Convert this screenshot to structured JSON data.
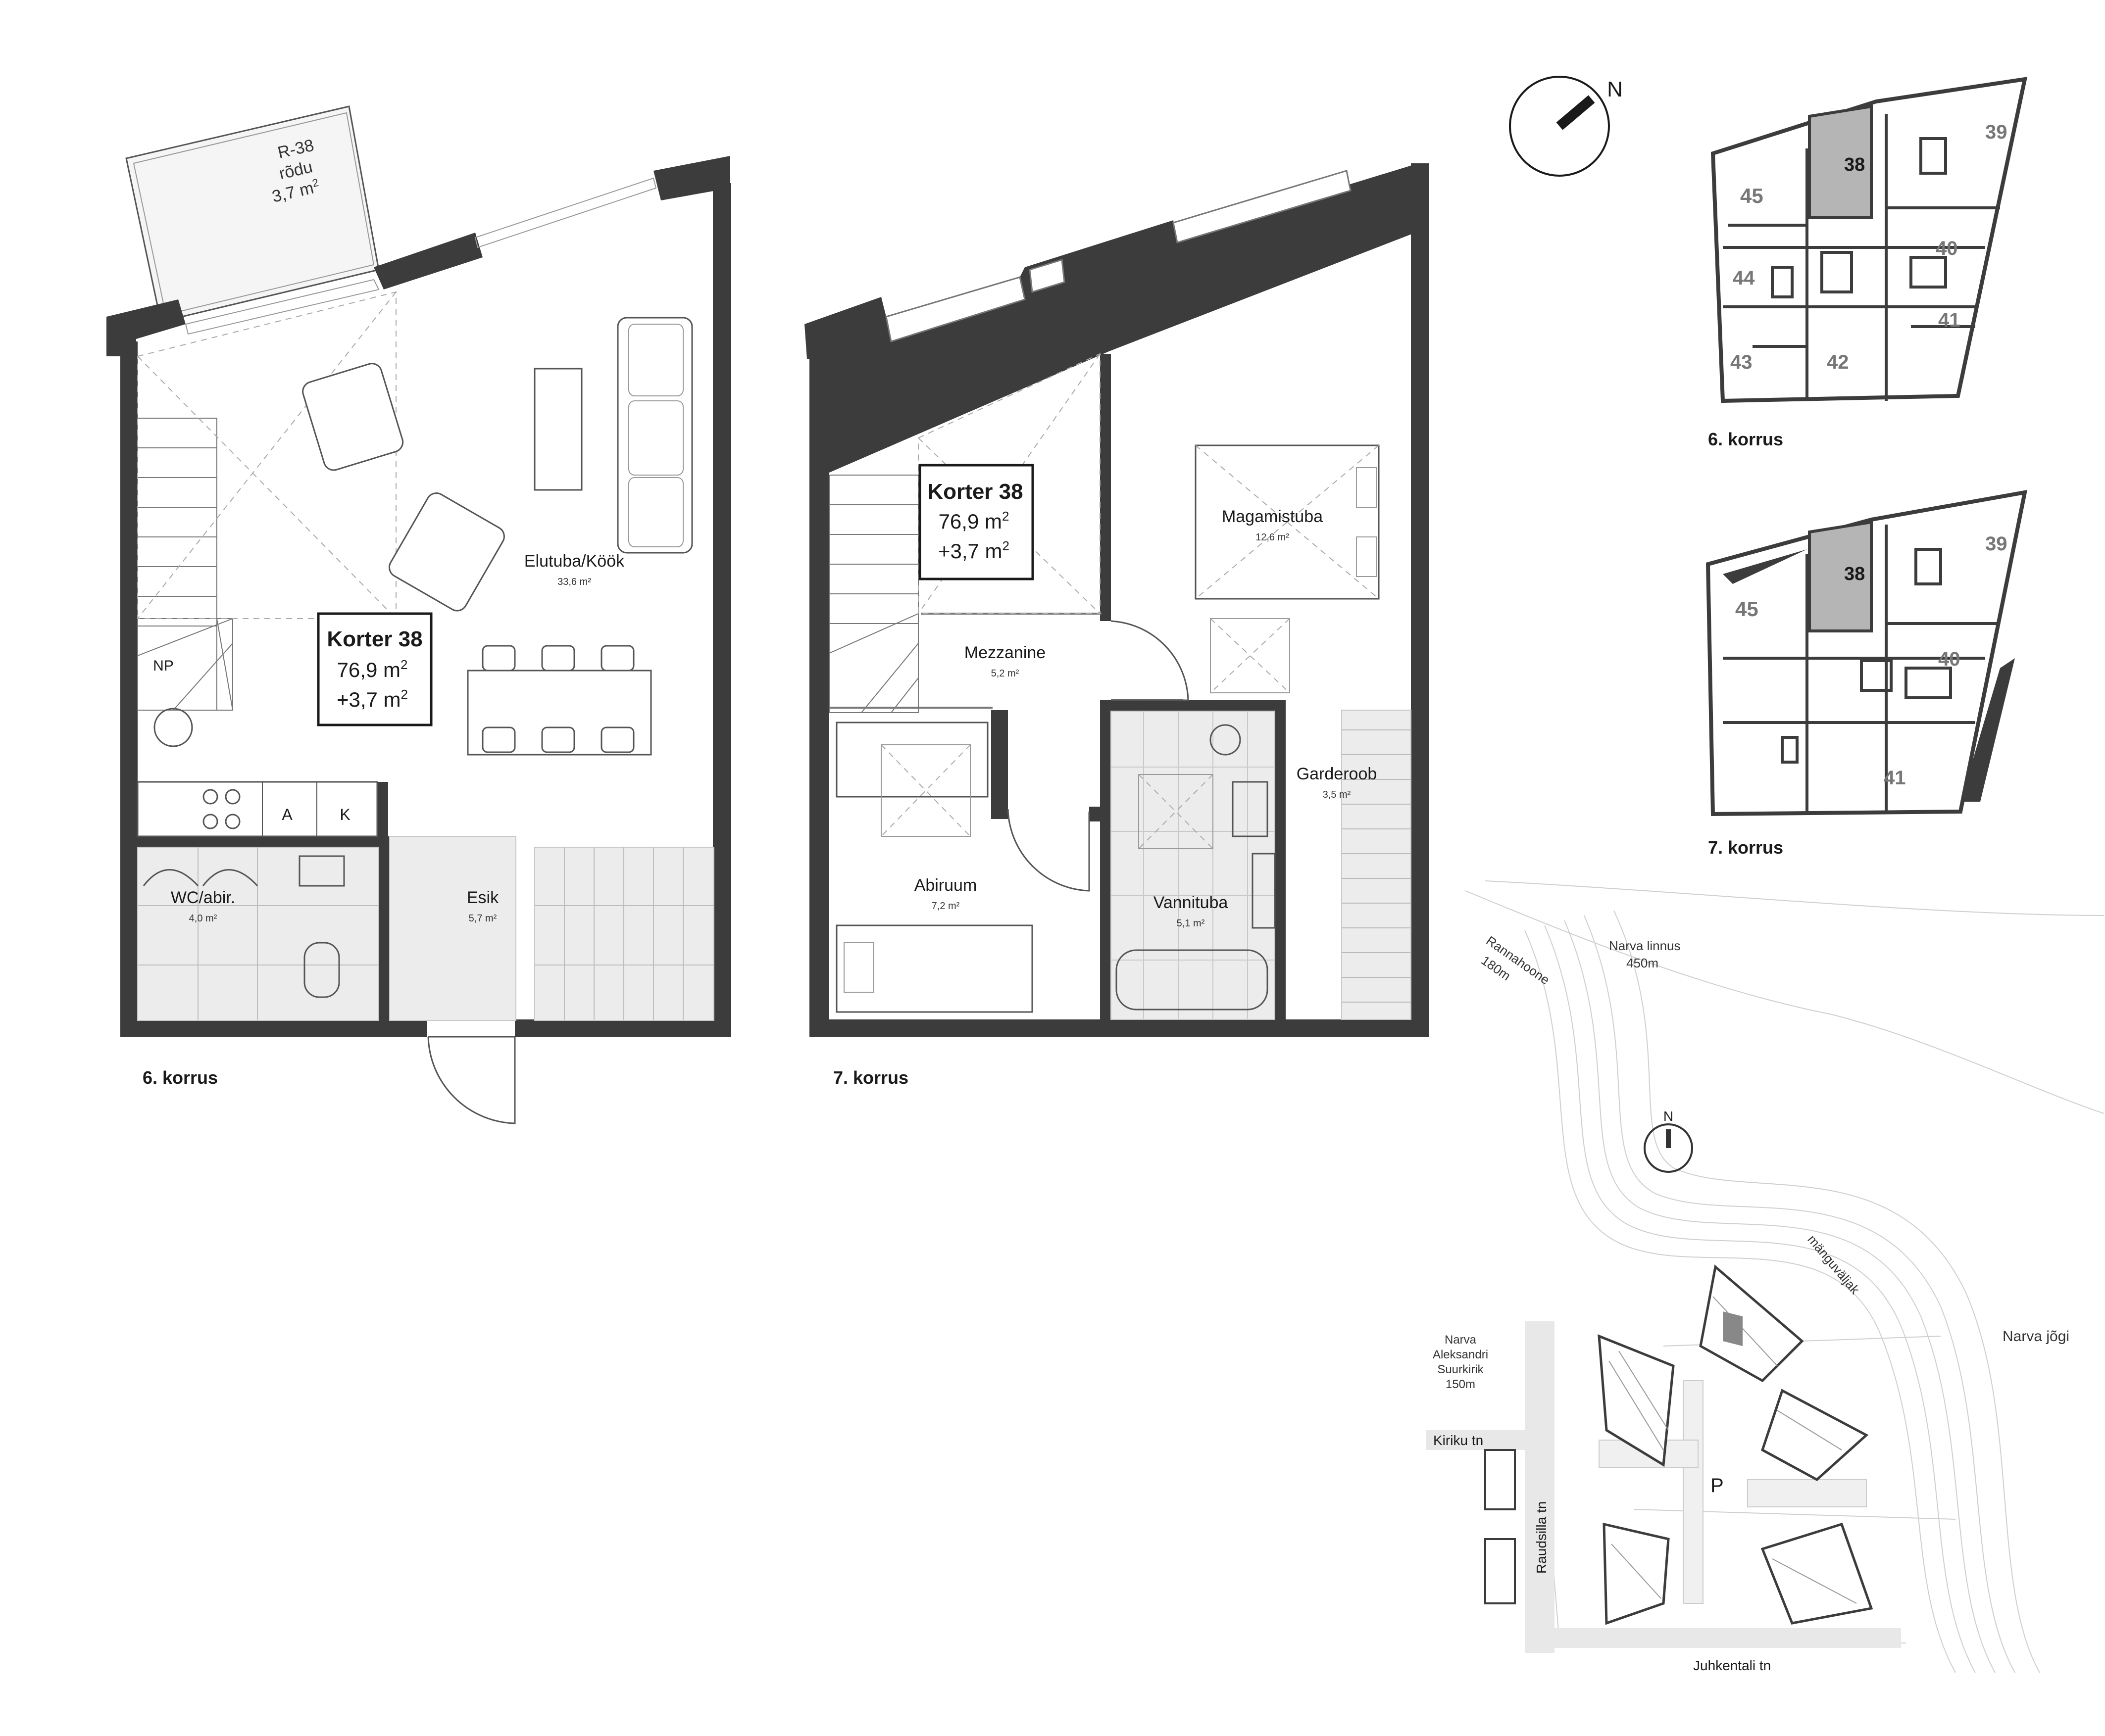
{
  "plan_left": {
    "caption": "6. korrus",
    "apartment": {
      "name": "Korter 38",
      "area": "76,9 m",
      "extra": "+3,7 m",
      "sup": "2"
    },
    "rooms": [
      {
        "name": "Elutuba/Köök",
        "area": "33,6 m²"
      },
      {
        "name": "WC/abir.",
        "area": "4,0 m²"
      },
      {
        "name": "Esik",
        "area": "5,7 m²"
      }
    ],
    "balcony": {
      "code": "R-38",
      "name": "rõdu",
      "area": "3,7 m",
      "sup": "2"
    },
    "marks": [
      "NP",
      "A",
      "K"
    ]
  },
  "plan_right": {
    "caption": "7. korrus",
    "apartment": {
      "name": "Korter 38",
      "area": "76,9 m",
      "extra": "+3,7 m",
      "sup": "2"
    },
    "rooms": [
      {
        "name": "Mezzanine",
        "area": "5,2 m²"
      },
      {
        "name": "Magamistuba",
        "area": "12,6 m²"
      },
      {
        "name": "Garderoob",
        "area": "3,5 m²"
      },
      {
        "name": "Abiruum",
        "area": "7,2 m²"
      },
      {
        "name": "Vannituba",
        "area": "5,1 m²"
      }
    ]
  },
  "compass": {
    "label": "N"
  },
  "key_plans": [
    {
      "caption": "6. korrus",
      "units": [
        "38",
        "39",
        "45",
        "40",
        "44",
        "41",
        "43",
        "42"
      ],
      "highlight": "38"
    },
    {
      "caption": "7. korrus",
      "units": [
        "38",
        "39",
        "45",
        "40",
        "41"
      ],
      "highlight": "38"
    }
  ],
  "site_map": {
    "north": "N",
    "labels": {
      "rannahoone": "Rannahoone",
      "rannahoone_dist": "180m",
      "linnus": "Narva linnus",
      "linnus_dist": "450m",
      "manguvaljak": "mänguväljak",
      "jogi": "Narva jõgi",
      "kirik_1": "Narva",
      "kirik_2": "Aleksandri",
      "kirik_3": "Suurkirik",
      "kirik_dist": "150m",
      "kiriku": "Kiriku tn",
      "raudsilla": "Raudsilla tn",
      "juhkentali": "Juhkentali tn",
      "parking": "P"
    }
  },
  "colors": {
    "wall": "#3c3c3c",
    "highlight": "#b5b5b5",
    "site_line": "#cfcfcf"
  }
}
